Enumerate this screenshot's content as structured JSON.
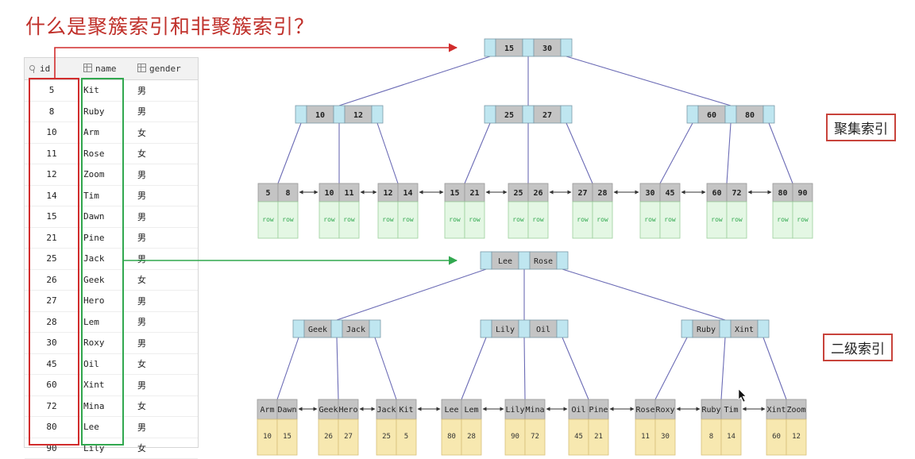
{
  "title": "什么是聚簇索引和非聚簇索引？",
  "grid": {
    "headers": [
      "id",
      "name",
      "gender"
    ],
    "rows": [
      [
        "5",
        "Kit",
        "男"
      ],
      [
        "8",
        "Ruby",
        "男"
      ],
      [
        "10",
        "Arm",
        "女"
      ],
      [
        "11",
        "Rose",
        "女"
      ],
      [
        "12",
        "Zoom",
        "男"
      ],
      [
        "14",
        "Tim",
        "男"
      ],
      [
        "15",
        "Dawn",
        "男"
      ],
      [
        "21",
        "Pine",
        "男"
      ],
      [
        "25",
        "Jack",
        "男"
      ],
      [
        "26",
        "Geek",
        "女"
      ],
      [
        "27",
        "Hero",
        "男"
      ],
      [
        "28",
        "Lem",
        "男"
      ],
      [
        "30",
        "Roxy",
        "男"
      ],
      [
        "45",
        "Oil",
        "女"
      ],
      [
        "60",
        "Xint",
        "男"
      ],
      [
        "72",
        "Mina",
        "女"
      ],
      [
        "80",
        "Lee",
        "男"
      ],
      [
        "90",
        "Lily",
        "女"
      ]
    ]
  },
  "labels": {
    "clustered": "聚集索引",
    "secondary": "二级索引"
  },
  "clustered_tree": {
    "root": [
      "15",
      "30"
    ],
    "level2": [
      [
        "10",
        "12"
      ],
      [
        "25",
        "27"
      ],
      [
        "60",
        "80"
      ]
    ],
    "leaves": [
      [
        "5",
        "8"
      ],
      [
        "10",
        "11"
      ],
      [
        "12",
        "14"
      ],
      [
        "15",
        "21"
      ],
      [
        "25",
        "26"
      ],
      [
        "27",
        "28"
      ],
      [
        "30",
        "45"
      ],
      [
        "60",
        "72"
      ],
      [
        "80",
        "90"
      ]
    ],
    "row_text": "row"
  },
  "secondary_tree": {
    "root": [
      "Lee",
      "Rose"
    ],
    "level2": [
      [
        "Geek",
        "Jack"
      ],
      [
        "Lily",
        "Oil"
      ],
      [
        "Ruby",
        "Xint"
      ]
    ],
    "leaves": [
      {
        "keys": [
          "Arm",
          "Dawn"
        ],
        "ids": [
          "10",
          "15"
        ]
      },
      {
        "keys": [
          "Geek",
          "Hero"
        ],
        "ids": [
          "26",
          "27"
        ]
      },
      {
        "keys": [
          "Jack",
          "Kit"
        ],
        "ids": [
          "25",
          "5"
        ]
      },
      {
        "keys": [
          "Lee",
          "Lem"
        ],
        "ids": [
          "80",
          "28"
        ]
      },
      {
        "keys": [
          "Lily",
          "Mina"
        ],
        "ids": [
          "90",
          "72"
        ]
      },
      {
        "keys": [
          "Oil",
          "Pine"
        ],
        "ids": [
          "45",
          "21"
        ]
      },
      {
        "keys": [
          "Rose",
          "Roxy"
        ],
        "ids": [
          "11",
          "30"
        ]
      },
      {
        "keys": [
          "Ruby",
          "Tim"
        ],
        "ids": [
          "8",
          "14"
        ]
      },
      {
        "keys": [
          "Xint",
          "Zoom"
        ],
        "ids": [
          "60",
          "12"
        ]
      }
    ]
  },
  "colors": {
    "title": "#c0312b",
    "id_box": "#d12c2c",
    "name_box": "#31a84f",
    "pointer": "#bfe6f0",
    "key": "#c4c4c4",
    "row_cell": "#e4f7e4",
    "data_cell": "#f7e8b0"
  }
}
